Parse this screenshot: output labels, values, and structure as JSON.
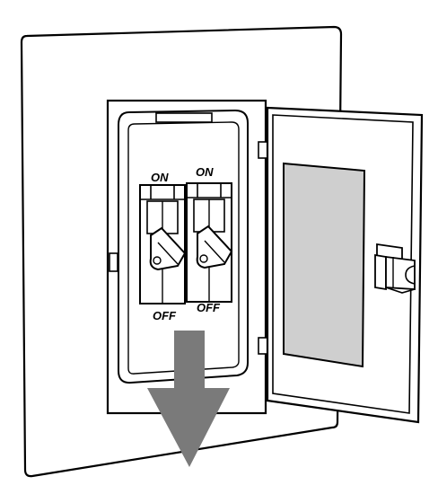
{
  "breakers": [
    {
      "on_label": "ON",
      "off_label": "OFF"
    },
    {
      "on_label": "ON",
      "off_label": "OFF"
    }
  ],
  "colors": {
    "stroke": "#000000",
    "background": "#ffffff",
    "door_window": "#cfcfcf",
    "arrow": "#7a7a7a"
  },
  "icons": {
    "arrow": "down-arrow-icon",
    "latch": "door-latch-icon"
  }
}
